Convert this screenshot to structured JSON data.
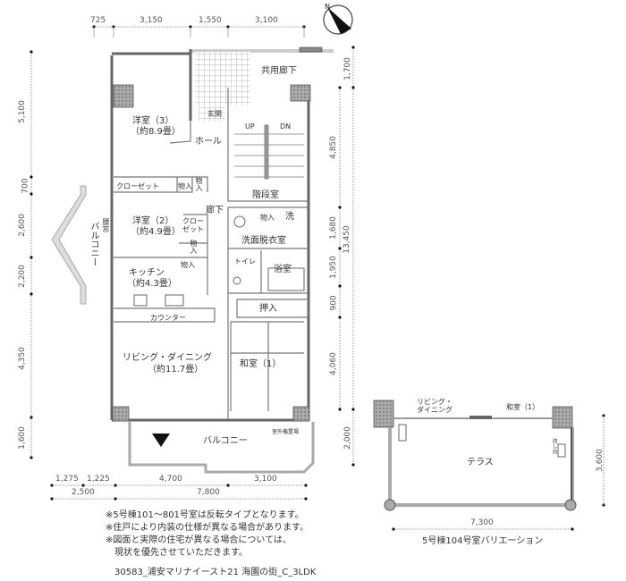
{
  "plan": {
    "rooms": {
      "shared_corridor": "共用廊下",
      "entrance": "玄関",
      "western3_name": "洋室（3）",
      "western3_size": "（約8.9畳）",
      "hall": "ホール",
      "stair_up": "UP",
      "stair_dn": "DN",
      "stairwell": "階段室",
      "closet": "クローゼット",
      "storage": "物入",
      "corridor": "廊下",
      "western2_name": "洋室（2）",
      "western2_size": "（約4.9畳）",
      "closet_split": "クロー\nゼット",
      "kitchen_name": "キッチン",
      "kitchen_size": "（約4.3畳）",
      "counter": "カウンター",
      "washroom": "洗面脱衣室",
      "washer": "洗",
      "toilet": "トイレ",
      "bathroom": "浴室",
      "oshiire": "押入",
      "ld_name": "リビング・ダイニング",
      "ld_size": "（約11.7畳）",
      "washitsu": "和室（1）",
      "balcony": "バルコニー",
      "side_balcony": "バルコニー",
      "waist_window": "腰窓",
      "ac_space": "室外機置場"
    },
    "dims_top": [
      "725",
      "3,150",
      "1,550",
      "3,100"
    ],
    "dims_left": [
      "5,100",
      "700",
      "2,600",
      "2,200",
      "4,350",
      "1,600"
    ],
    "dims_right_inner": [
      "4,850",
      "1,680",
      "1,950",
      "900",
      "4,060"
    ],
    "dims_right_outer": [
      "1,700",
      "13,450",
      "2,000"
    ],
    "dims_bottom_row1": [
      "1,275",
      "1,225",
      "4,700",
      "3,100"
    ],
    "dims_bottom_row2": [
      "2,500",
      "7,800"
    ]
  },
  "variation": {
    "ld": "リビング・\nダイニング",
    "washitsu": "和室（1）",
    "terrace": "テラス",
    "sink": "流し台",
    "dim_width": "7,300",
    "dim_depth": "3,600",
    "caption": "5号棟104号室バリエーション"
  },
  "notes": [
    "※5号棟101～801号室は反転タイプとなります。",
    "※住戸により内装の仕様が異なる場合があります。",
    "※図面と実際の住宅が異なる場合については、",
    "　現状を優先させていただきます。"
  ],
  "footer": "30583_浦安マリナイースト21 海園の街_C_3LDK",
  "colors": {
    "wall": "#8c8c8c",
    "wall_dark": "#555555",
    "tile": "#d8d8d8",
    "dim_line": "#6a6"
  }
}
